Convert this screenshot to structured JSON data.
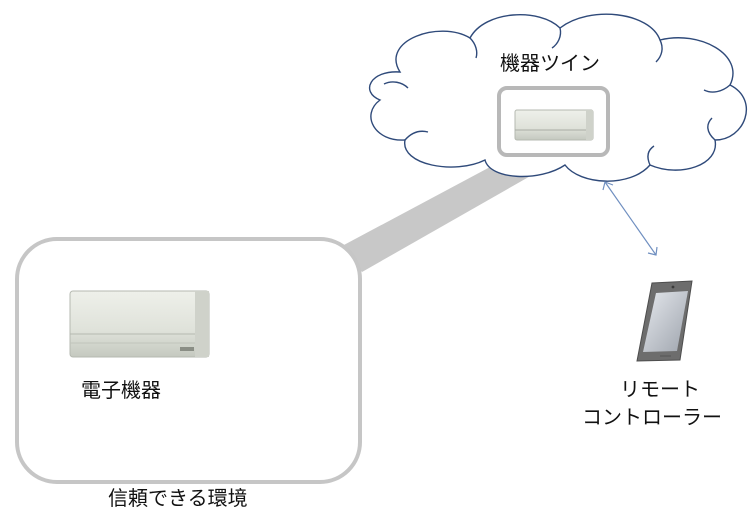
{
  "labels": {
    "digital_twin": "機器ツイン",
    "device": "電子機器",
    "remote_line1": "リモート",
    "remote_line2": "コントローラー",
    "environment": "信頼できる環境"
  },
  "colors": {
    "cloud_stroke": "#2f4a7a",
    "box_stroke": "#b8b8b8",
    "connector": "#c8c8c8",
    "arrow": "#6f8fc0",
    "phone_body": "#6d6d6d",
    "phone_screen": "#bfc4cb",
    "ac_body": "#dcdfd8",
    "ac_shade": "#a9ada4"
  },
  "icons": [
    "cloud-icon",
    "air-conditioner-icon",
    "smartphone-icon",
    "double-arrow-icon"
  ]
}
